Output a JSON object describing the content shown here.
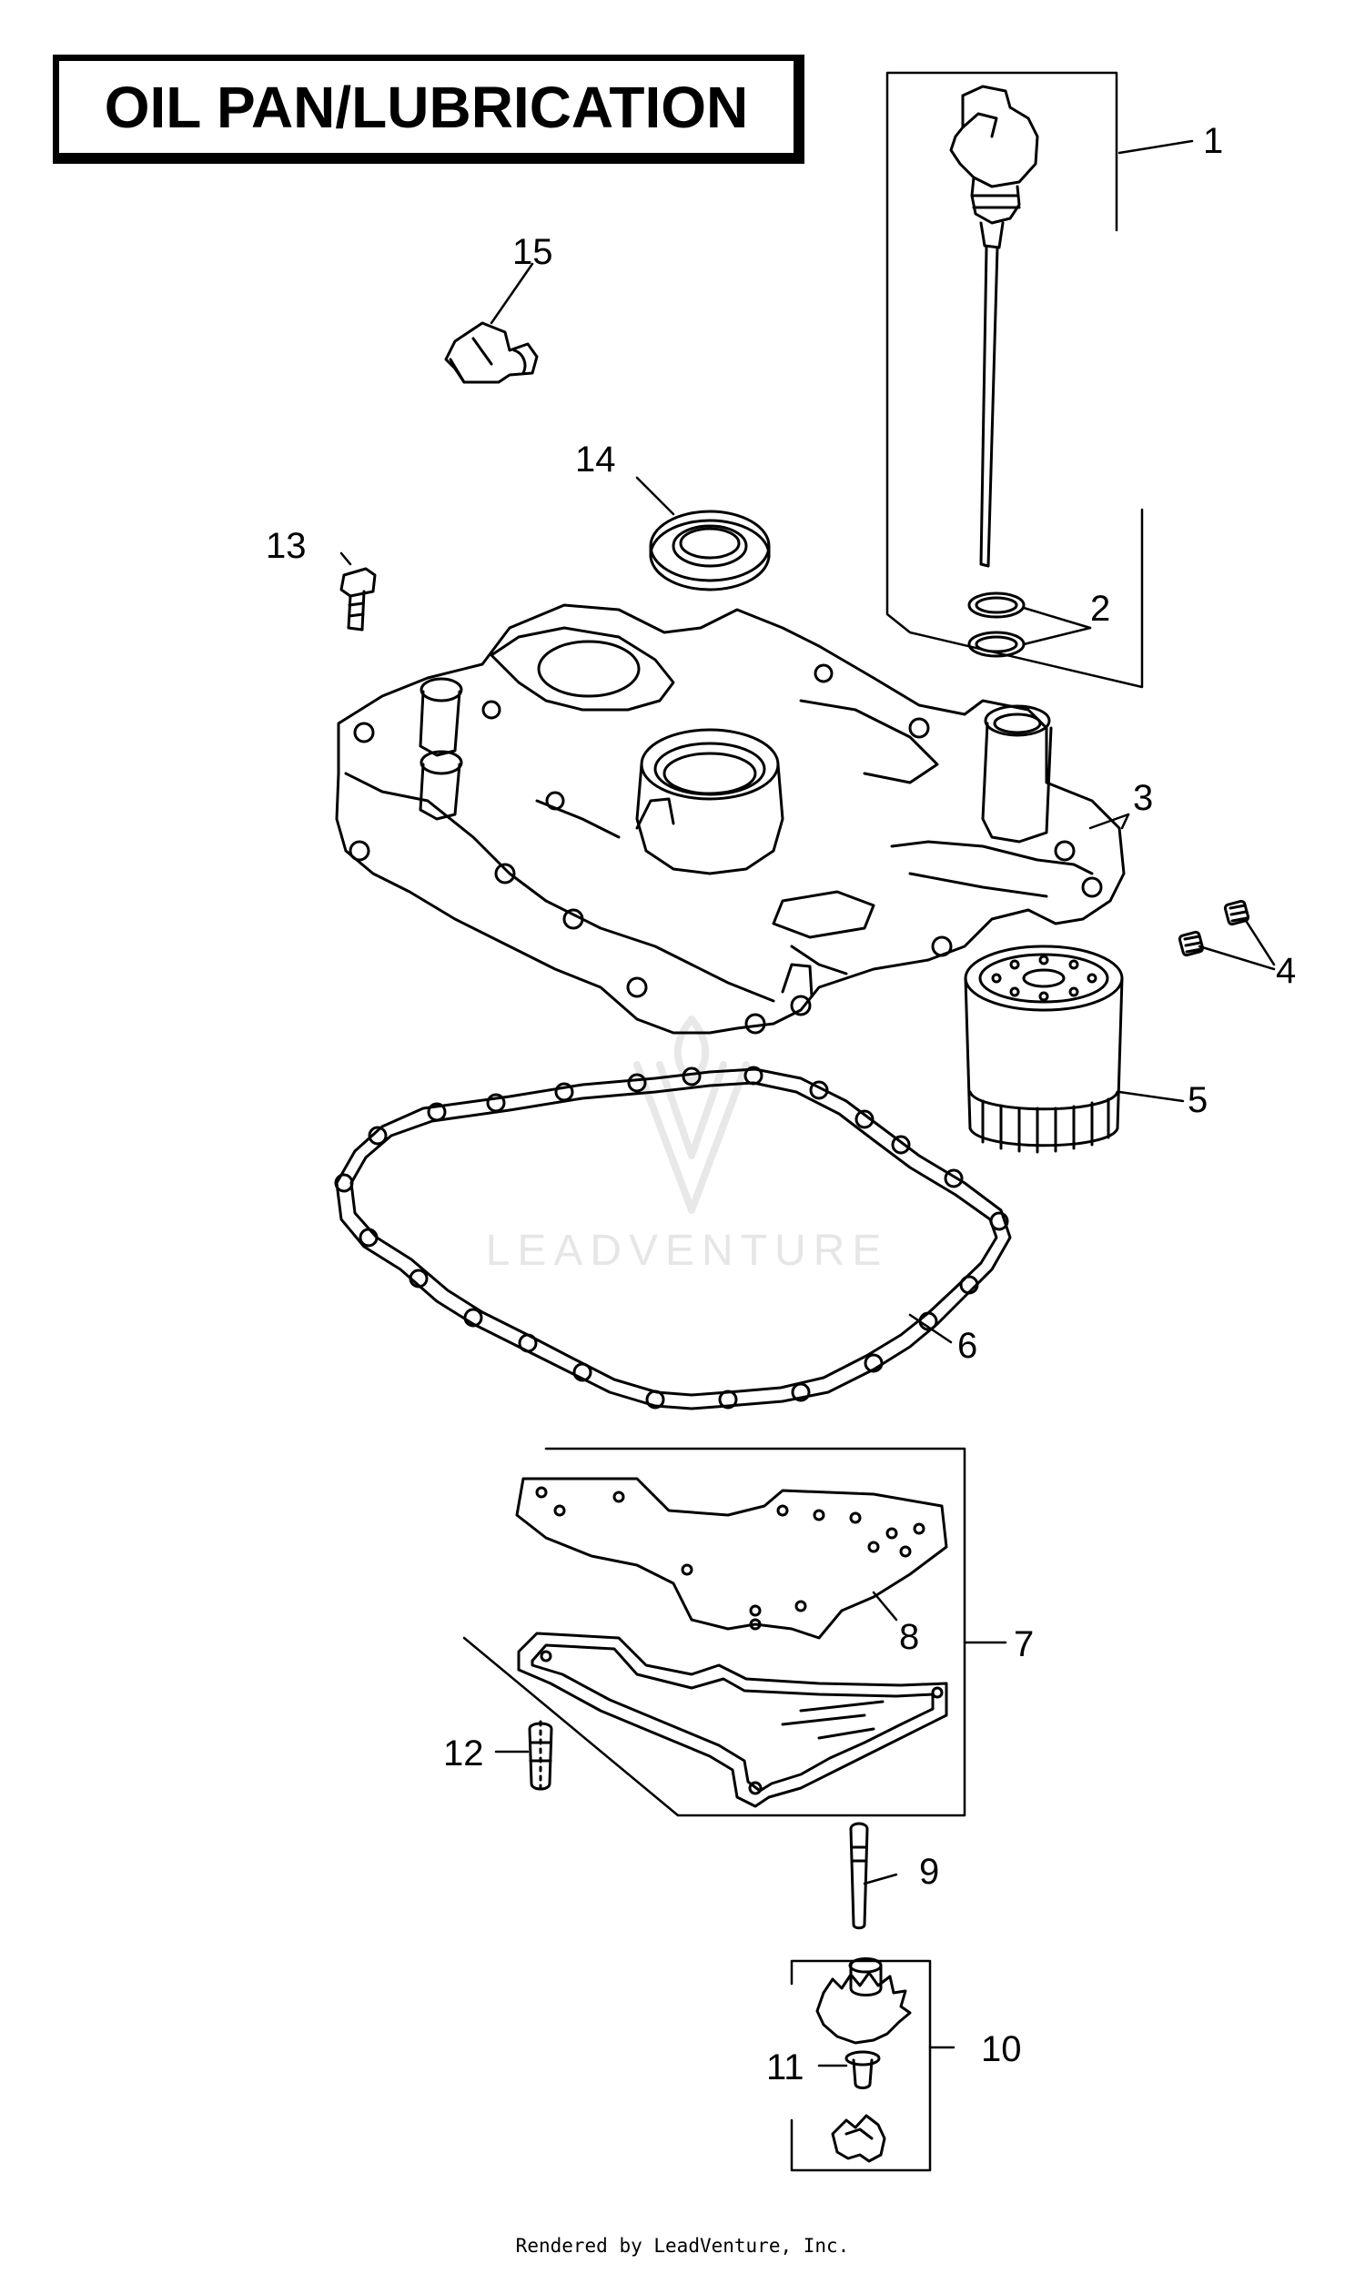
{
  "title": "OIL PAN/LUBRICATION",
  "footer": "Rendered by LeadVenture, Inc.",
  "watermark": "LEADVENTURE",
  "callouts": [
    "1",
    "2",
    "3",
    "4",
    "5",
    "6",
    "7",
    "8",
    "9",
    "10",
    "11",
    "12",
    "13",
    "14",
    "15"
  ]
}
